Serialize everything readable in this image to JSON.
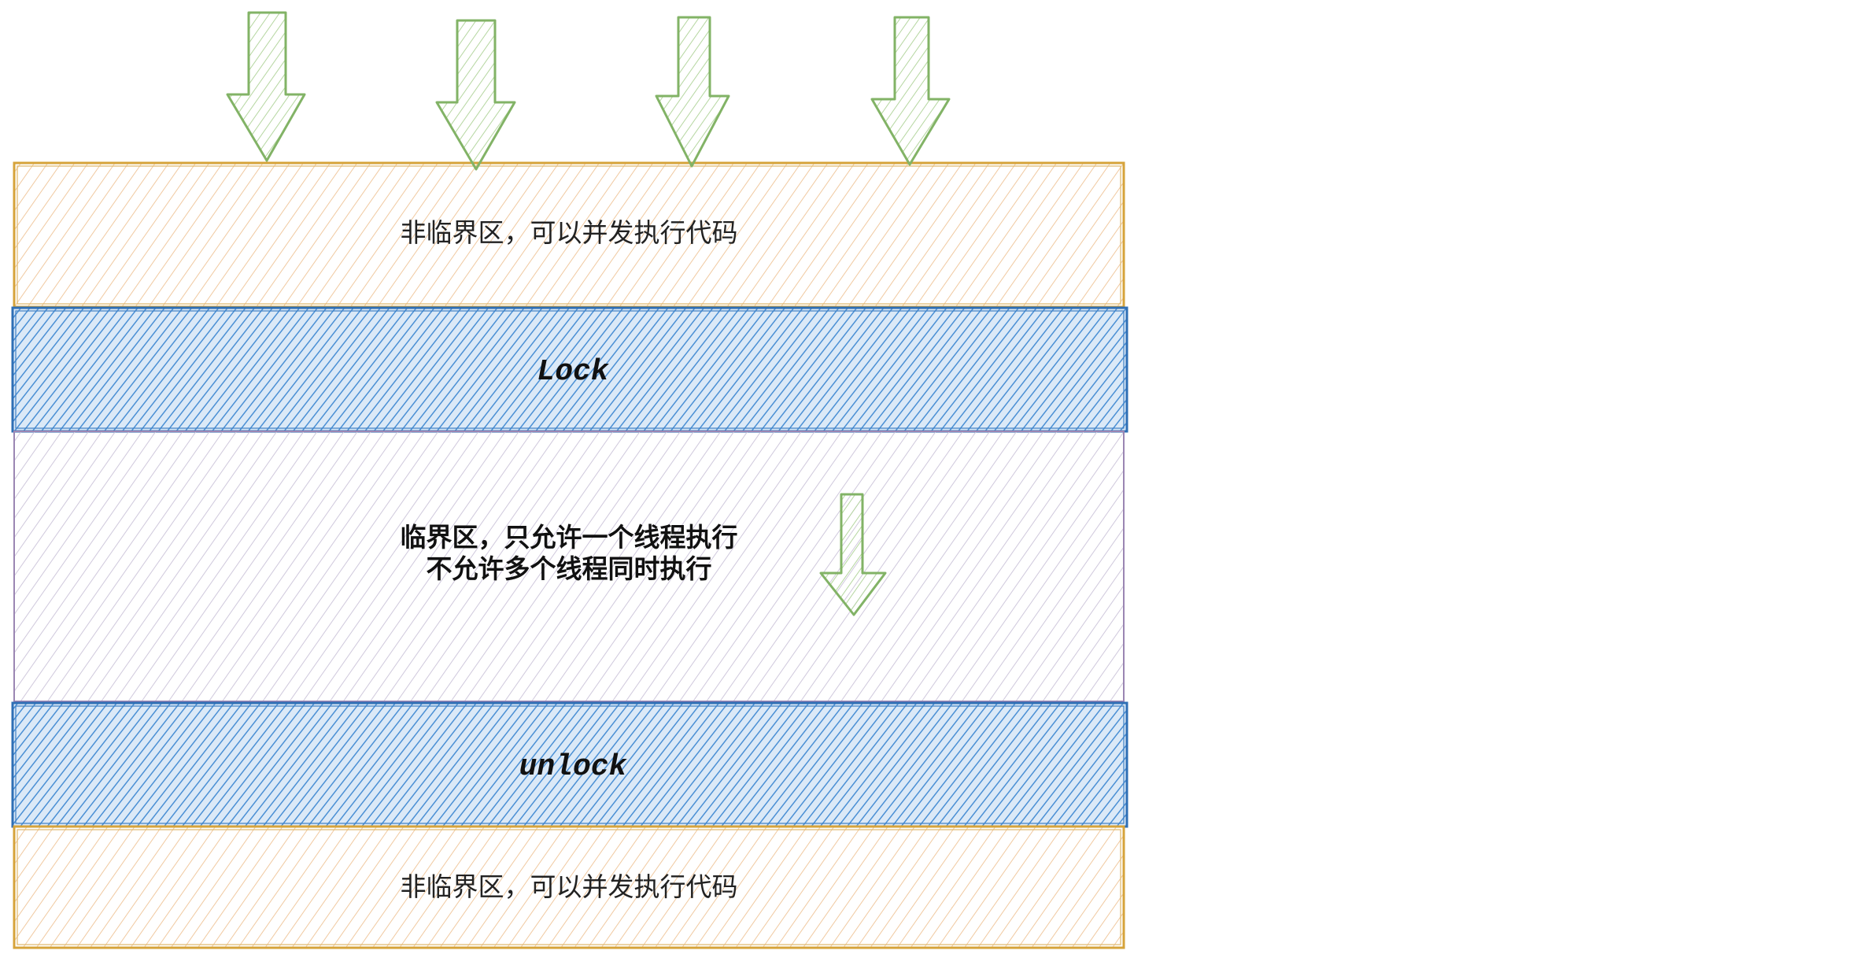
{
  "diagram": {
    "regions": {
      "top_noncritical": {
        "text": "非临界区，可以并发执行代码"
      },
      "lock": {
        "text": "Lock"
      },
      "critical": {
        "line1": "临界区，只允许一个线程执行",
        "line2": "不允许多个线程同时执行"
      },
      "unlock": {
        "text": "unlock"
      },
      "bottom_noncritical": {
        "text": "非临界区，可以并发执行代码"
      }
    },
    "icons": {
      "incoming_threads": [
        "down-arrow-icon",
        "down-arrow-icon",
        "down-arrow-icon",
        "down-arrow-icon"
      ],
      "critical_flow": "down-arrow-icon"
    },
    "colors": {
      "noncritical_fill": "#f5d7b4",
      "noncritical_stroke": "#d6a33a",
      "lock_fill": "#5b9bd5",
      "lock_stroke": "#2f6fb5",
      "critical_fill": "#c9c2d6",
      "critical_stroke": "#9b86b3",
      "arrow_fill": "#c9e3b4",
      "arrow_stroke": "#82b366"
    }
  }
}
